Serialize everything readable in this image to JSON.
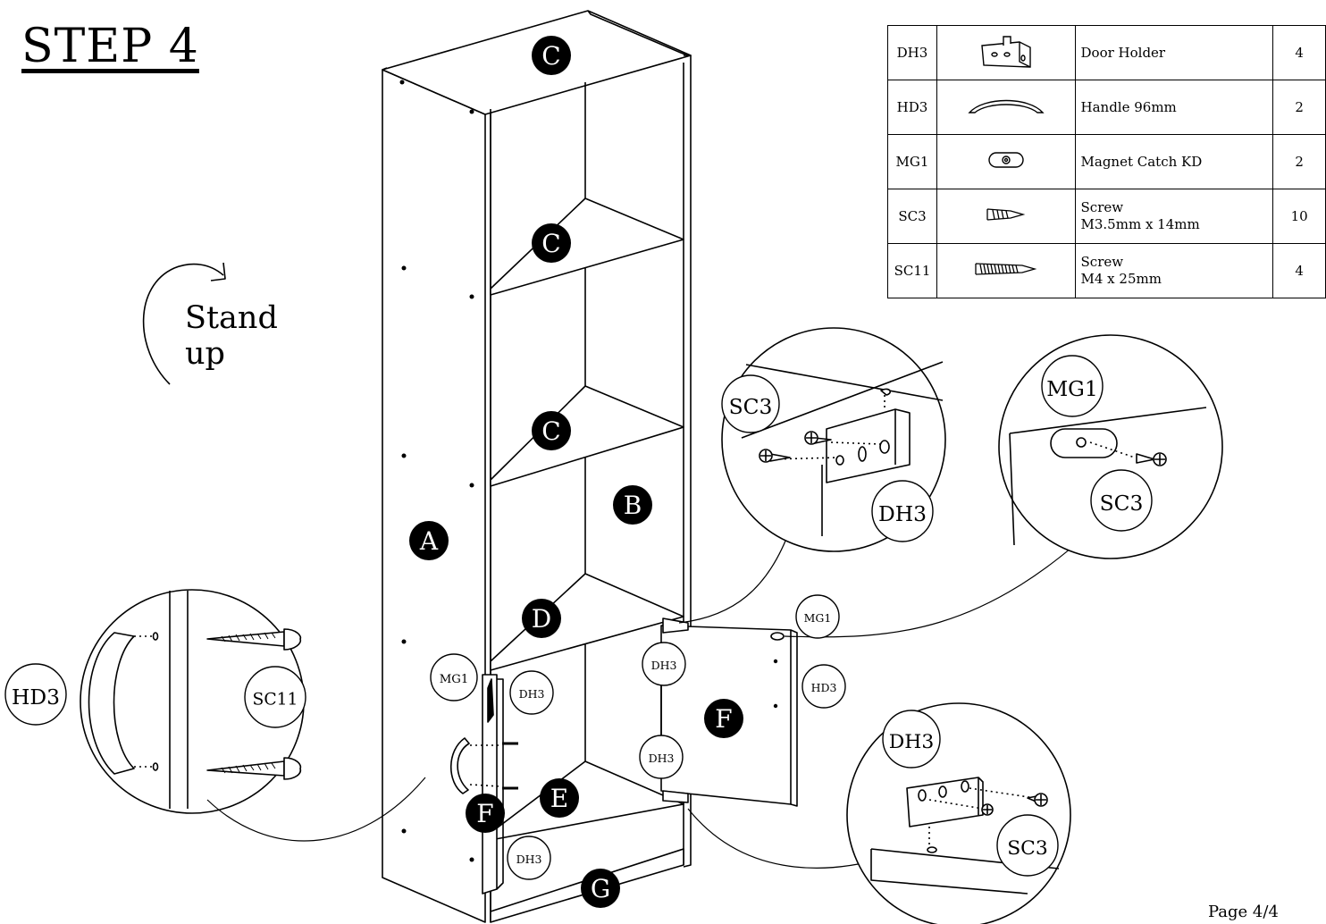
{
  "title": "STEP 4",
  "instruction": "Stand\nup",
  "page": "Page 4/4",
  "parts_table": [
    {
      "code": "DH3",
      "icon": "door-holder-icon",
      "description": "Door Holder",
      "qty": "4"
    },
    {
      "code": "HD3",
      "icon": "handle-icon",
      "description": "Handle 96mm",
      "qty": "2"
    },
    {
      "code": "MG1",
      "icon": "magnet-catch-icon",
      "description": "Magnet Catch KD",
      "qty": "2"
    },
    {
      "code": "SC3",
      "icon": "short-screw-icon",
      "description": "Screw\nM3.5mm x 14mm",
      "qty": "10"
    },
    {
      "code": "SC11",
      "icon": "long-screw-icon",
      "description": "Screw\nM4 x 25mm",
      "qty": "4"
    }
  ],
  "panel_labels": {
    "a": "A",
    "b": "B",
    "c": "C",
    "d": "D",
    "e": "E",
    "f": "F",
    "g": "G"
  },
  "part_codes": {
    "dh3": "DH3",
    "hd3": "HD3",
    "mg1": "MG1",
    "sc3": "SC3",
    "sc11": "SC11"
  }
}
